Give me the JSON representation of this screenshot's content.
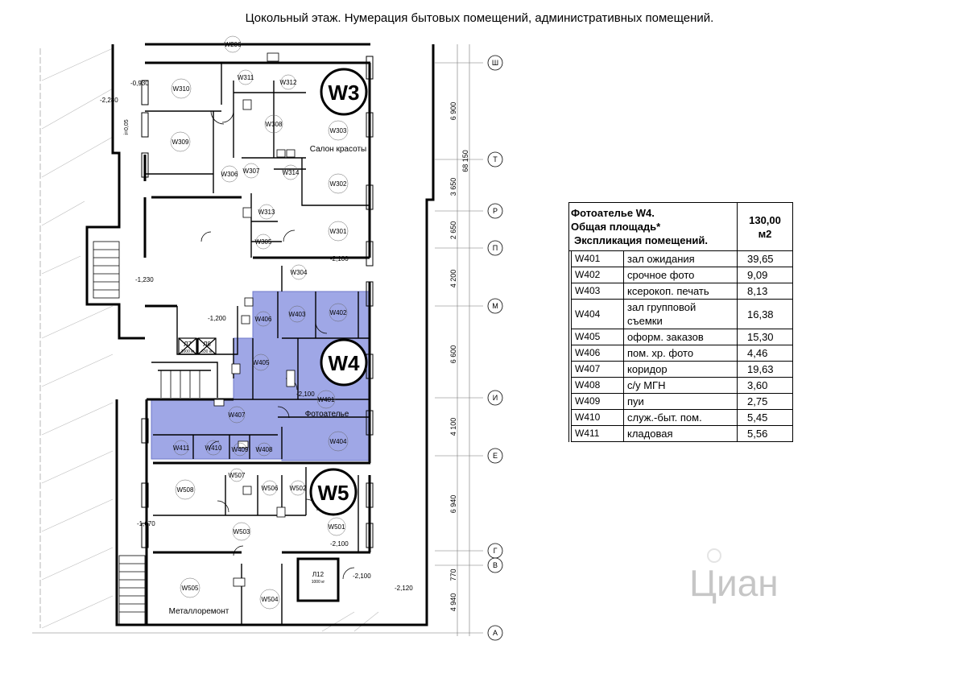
{
  "title": "Цокольный этаж. Нумерация бытовых помещений, административных помещений.",
  "units": [
    {
      "id": "W3",
      "caption": "Салон красоты"
    },
    {
      "id": "W4",
      "caption": "Фотоателье"
    },
    {
      "id": "W5",
      "caption": "Металлоремонт"
    }
  ],
  "rooms": {
    "w310": "W310",
    "w309": "W309",
    "w311": "W311",
    "w312": "W312",
    "w308": "W308",
    "w303": "W303",
    "w307": "W307",
    "w314": "W314",
    "w306": "W306",
    "w302": "W302",
    "w313": "W313",
    "w305": "W305",
    "w301": "W301",
    "w304": "W304",
    "w403": "W403",
    "w402": "W402",
    "w405": "W405",
    "w406": "W406",
    "w401": "W401",
    "w407": "W407",
    "w404": "W404",
    "w411": "W411",
    "w410": "W410",
    "w409": "W409",
    "w408": "W408",
    "w508": "W508",
    "w507": "W507",
    "w506": "W506",
    "w502": "W502",
    "w503": "W503",
    "w501": "W501",
    "w505": "W505",
    "w504": "W504",
    "w206": "W206"
  },
  "levels": [
    "-0,930",
    "-2,280",
    "-1,230",
    "-1,200",
    "-2,100",
    "-2,100",
    "-1,670",
    "-2,100",
    "-2,100",
    "-2,120"
  ],
  "lifts": [
    {
      "name": "Л7",
      "load": "1000 кг"
    },
    {
      "name": "Л8",
      "load": "630 кг"
    },
    {
      "name": "Л12",
      "load": "1000 кг"
    }
  ],
  "axes": [
    "Ш",
    "Т",
    "Р",
    "П",
    "М",
    "И",
    "Е",
    "Г",
    "В",
    "А"
  ],
  "dimensions": [
    "6 900",
    "3 650",
    "2 650",
    "4 200",
    "6 600",
    "4 100",
    "6 940",
    "770",
    "4 940"
  ],
  "overall_dimension": "68 150",
  "stair_mark": "i=0,05",
  "explication": {
    "header_line1": "Фотоателье W4.",
    "header_line2": "Общая площадь*",
    "header_line3": "Экспликация помещений.",
    "total_area": "130,00 м2",
    "rows": [
      {
        "num": "W401",
        "name": "зал ожидания",
        "area": "39,65"
      },
      {
        "num": "W402",
        "name": "срочное фото",
        "area": "9,09"
      },
      {
        "num": "W403",
        "name": "ксерокоп. печать",
        "area": "8,13"
      },
      {
        "num": "W404",
        "name": "зал групповой съемки",
        "area": "16,38"
      },
      {
        "num": "W405",
        "name": "оформ. заказов",
        "area": "15,30"
      },
      {
        "num": "W406",
        "name": "пом. хр. фото",
        "area": "4,46"
      },
      {
        "num": "W407",
        "name": "коридор",
        "area": "19,63"
      },
      {
        "num": "W408",
        "name": "с/у МГН",
        "area": "3,60"
      },
      {
        "num": "W409",
        "name": "пуи",
        "area": "2,75"
      },
      {
        "num": "W410",
        "name": "служ.-быт. пом.",
        "area": "5,45"
      },
      {
        "num": "W411",
        "name": "кладовая",
        "area": "5,56"
      }
    ]
  },
  "watermark": "Циан",
  "colors": {
    "highlight": "#9fa7e6",
    "highlight_stroke": "#6f78c9",
    "wall": "#000000",
    "line": "#555555"
  }
}
